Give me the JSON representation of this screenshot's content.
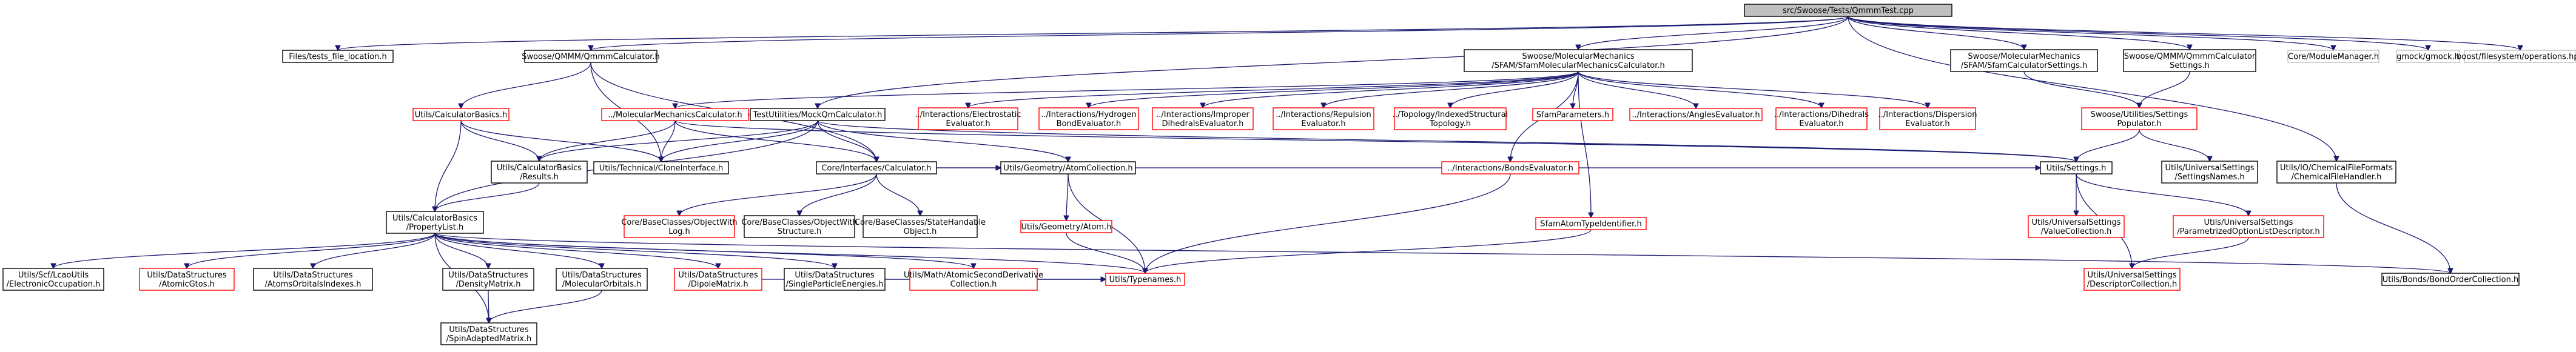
{
  "graph": {
    "palette": {
      "root_fill": "#c0c0c0",
      "node_fill": "#ffffff",
      "border_black": "#000000",
      "border_grey": "#bfbfbf",
      "border_red": "#ff0000",
      "edge_color": "#191970"
    },
    "nodes": [
      {
        "id": "root",
        "lines": [
          "src/Swoose/Tests/QmmmTest.cpp"
        ],
        "style": "root"
      },
      {
        "id": "files_tests",
        "lines": [
          "Files/tests_file_location.h"
        ],
        "style": "black"
      },
      {
        "id": "qmmm_calc",
        "lines": [
          "Swoose/QMMM/QmmmCalculator.h"
        ],
        "style": "black"
      },
      {
        "id": "sfam_calc",
        "lines": [
          "Swoose/MolecularMechanics",
          "/SFAM/SfamMolecularMechanicsCalculator.h"
        ],
        "style": "black"
      },
      {
        "id": "sfam_settings",
        "lines": [
          "Swoose/MolecularMechanics",
          "/SFAM/SfamCalculatorSettings.h"
        ],
        "style": "black"
      },
      {
        "id": "qmmm_settings",
        "lines": [
          "Swoose/QMMM/QmmmCalculator",
          "Settings.h"
        ],
        "style": "black"
      },
      {
        "id": "core_module",
        "lines": [
          "Core/ModuleManager.h"
        ],
        "style": "grey"
      },
      {
        "id": "gmock",
        "lines": [
          "gmock/gmock.h"
        ],
        "style": "grey"
      },
      {
        "id": "boost_fs",
        "lines": [
          "boost/filesystem/operations.hpp"
        ],
        "style": "grey"
      },
      {
        "id": "calc_basics",
        "lines": [
          "Utils/CalculatorBasics.h"
        ],
        "style": "red"
      },
      {
        "id": "mm_calc",
        "lines": [
          "../MolecularMechanicsCalculator.h"
        ],
        "style": "red"
      },
      {
        "id": "mock_qm",
        "lines": [
          "TestUtilities/MockQmCalculator.h"
        ],
        "style": "black"
      },
      {
        "id": "int_electro",
        "lines": [
          "../Interactions/Electrostatic",
          "Evaluator.h"
        ],
        "style": "red"
      },
      {
        "id": "int_hbond",
        "lines": [
          "../Interactions/Hydrogen",
          "BondEvaluator.h"
        ],
        "style": "red"
      },
      {
        "id": "int_improper",
        "lines": [
          "../Interactions/Improper",
          "DihedralsEvaluator.h"
        ],
        "style": "red"
      },
      {
        "id": "int_repulsion",
        "lines": [
          "../Interactions/Repulsion",
          "Evaluator.h"
        ],
        "style": "red"
      },
      {
        "id": "topo_indexed",
        "lines": [
          "../Topology/IndexedStructural",
          "Topology.h"
        ],
        "style": "red"
      },
      {
        "id": "sfam_params",
        "lines": [
          "SfamParameters.h"
        ],
        "style": "red"
      },
      {
        "id": "int_angles",
        "lines": [
          "../Interactions/AnglesEvaluator.h"
        ],
        "style": "red"
      },
      {
        "id": "int_dihedrals",
        "lines": [
          "../Interactions/Dihedrals",
          "Evaluator.h"
        ],
        "style": "red"
      },
      {
        "id": "int_dispersion",
        "lines": [
          "../Interactions/Dispersion",
          "Evaluator.h"
        ],
        "style": "red"
      },
      {
        "id": "settings_populator",
        "lines": [
          "Swoose/Utilities/Settings",
          "Populator.h"
        ],
        "style": "red"
      },
      {
        "id": "chem_file_handler",
        "lines": [
          "Utils/IO/ChemicalFileFormats",
          "/ChemicalFileHandler.h"
        ],
        "style": "black"
      },
      {
        "id": "calc_basics_results",
        "lines": [
          "Utils/CalculatorBasics",
          "/Results.h"
        ],
        "style": "black"
      },
      {
        "id": "clone_interface",
        "lines": [
          "Utils/Technical/CloneInterface.h"
        ],
        "style": "black"
      },
      {
        "id": "core_calc",
        "lines": [
          "Core/Interfaces/Calculator.h"
        ],
        "style": "black"
      },
      {
        "id": "atom_collection",
        "lines": [
          "Utils/Geometry/AtomCollection.h"
        ],
        "style": "black"
      },
      {
        "id": "bonds_eval",
        "lines": [
          "../Interactions/BondsEvaluator.h"
        ],
        "style": "red"
      },
      {
        "id": "utils_settings",
        "lines": [
          "Utils/Settings.h"
        ],
        "style": "black"
      },
      {
        "id": "settings_names",
        "lines": [
          "Utils/UniversalSettings",
          "/SettingsNames.h"
        ],
        "style": "black"
      },
      {
        "id": "property_list",
        "lines": [
          "Utils/CalculatorBasics",
          "/PropertyList.h"
        ],
        "style": "black"
      },
      {
        "id": "objwithlog",
        "lines": [
          "Core/BaseClasses/ObjectWith",
          "Log.h"
        ],
        "style": "red"
      },
      {
        "id": "objwithstructure",
        "lines": [
          "Core/BaseClasses/ObjectWith",
          "Structure.h"
        ],
        "style": "black"
      },
      {
        "id": "statehandable",
        "lines": [
          "Core/BaseClasses/StateHandable",
          "Object.h"
        ],
        "style": "black"
      },
      {
        "id": "geom_atom",
        "lines": [
          "Utils/Geometry/Atom.h"
        ],
        "style": "red"
      },
      {
        "id": "sfam_atomtype",
        "lines": [
          "SfamAtomTypeIdentifier.h"
        ],
        "style": "red"
      },
      {
        "id": "value_collection",
        "lines": [
          "Utils/UniversalSettings",
          "/ValueCollection.h"
        ],
        "style": "red"
      },
      {
        "id": "param_option",
        "lines": [
          "Utils/UniversalSettings",
          "/ParametrizedOptionListDescriptor.h"
        ],
        "style": "red"
      },
      {
        "id": "scf_occupation",
        "lines": [
          "Utils/Scf/LcaoUtils",
          "/ElectronicOccupation.h"
        ],
        "style": "black"
      },
      {
        "id": "ds_atomicgtos",
        "lines": [
          "Utils/DataStructures",
          "/AtomicGtos.h"
        ],
        "style": "red"
      },
      {
        "id": "ds_atomsorbitals",
        "lines": [
          "Utils/DataStructures",
          "/AtomsOrbitalsIndexes.h"
        ],
        "style": "black"
      },
      {
        "id": "ds_density",
        "lines": [
          "Utils/DataStructures",
          "/DensityMatrix.h"
        ],
        "style": "black"
      },
      {
        "id": "ds_molorbitals",
        "lines": [
          "Utils/DataStructures",
          "/MolecularOrbitals.h"
        ],
        "style": "black"
      },
      {
        "id": "ds_dipole",
        "lines": [
          "Utils/DataStructures",
          "/DipoleMatrix.h"
        ],
        "style": "red"
      },
      {
        "id": "ds_singleparticle",
        "lines": [
          "Utils/DataStructures",
          "/SingleParticleEnergies.h"
        ],
        "style": "black"
      },
      {
        "id": "math_secondderiv",
        "lines": [
          "Utils/Math/AtomicSecondDerivative",
          "Collection.h"
        ],
        "style": "red"
      },
      {
        "id": "typenames",
        "lines": [
          "Utils/Typenames.h"
        ],
        "style": "red"
      },
      {
        "id": "descriptor_collection",
        "lines": [
          "Utils/UniversalSettings",
          "/DescriptorCollection.h"
        ],
        "style": "red"
      },
      {
        "id": "bond_order",
        "lines": [
          "Utils/Bonds/BondOrderCollection.h"
        ],
        "style": "black"
      },
      {
        "id": "ds_spinadapted",
        "lines": [
          "Utils/DataStructures",
          "/SpinAdaptedMatrix.h"
        ],
        "style": "black"
      }
    ],
    "edges": [
      [
        "root",
        "files_tests"
      ],
      [
        "root",
        "qmmm_calc"
      ],
      [
        "root",
        "sfam_calc"
      ],
      [
        "root",
        "sfam_settings"
      ],
      [
        "root",
        "qmmm_settings"
      ],
      [
        "root",
        "core_module"
      ],
      [
        "root",
        "gmock"
      ],
      [
        "root",
        "boost_fs"
      ],
      [
        "root",
        "mock_qm"
      ],
      [
        "root",
        "chem_file_handler"
      ],
      [
        "qmmm_calc",
        "calc_basics"
      ],
      [
        "qmmm_calc",
        "core_calc"
      ],
      [
        "qmmm_calc",
        "clone_interface"
      ],
      [
        "sfam_calc",
        "mm_calc"
      ],
      [
        "sfam_calc",
        "int_electro"
      ],
      [
        "sfam_calc",
        "int_hbond"
      ],
      [
        "sfam_calc",
        "int_improper"
      ],
      [
        "sfam_calc",
        "int_repulsion"
      ],
      [
        "sfam_calc",
        "topo_indexed"
      ],
      [
        "sfam_calc",
        "sfam_params"
      ],
      [
        "sfam_calc",
        "int_angles"
      ],
      [
        "sfam_calc",
        "int_dihedrals"
      ],
      [
        "sfam_calc",
        "int_dispersion"
      ],
      [
        "sfam_calc",
        "bonds_eval"
      ],
      [
        "sfam_calc",
        "sfam_atomtype"
      ],
      [
        "sfam_settings",
        "settings_populator"
      ],
      [
        "qmmm_settings",
        "settings_populator"
      ],
      [
        "settings_populator",
        "utils_settings"
      ],
      [
        "settings_populator",
        "settings_names"
      ],
      [
        "calc_basics",
        "calc_basics_results"
      ],
      [
        "calc_basics",
        "property_list"
      ],
      [
        "calc_basics",
        "clone_interface"
      ],
      [
        "mm_calc",
        "calc_basics_results"
      ],
      [
        "mm_calc",
        "clone_interface"
      ],
      [
        "mm_calc",
        "core_calc"
      ],
      [
        "mm_calc",
        "utils_settings"
      ],
      [
        "mock_qm",
        "core_calc"
      ],
      [
        "mock_qm",
        "property_list"
      ],
      [
        "mock_qm",
        "clone_interface"
      ],
      [
        "mock_qm",
        "atom_collection"
      ],
      [
        "mock_qm",
        "calc_basics_results"
      ],
      [
        "mock_qm",
        "utils_settings"
      ],
      [
        "calc_basics_results",
        "property_list"
      ],
      [
        "core_calc",
        "objwithlog"
      ],
      [
        "core_calc",
        "objwithstructure"
      ],
      [
        "core_calc",
        "statehandable"
      ],
      [
        "core_calc",
        "utils_settings"
      ],
      [
        "core_calc",
        "atom_collection"
      ],
      [
        "atom_collection",
        "geom_atom"
      ],
      [
        "atom_collection",
        "typenames"
      ],
      [
        "geom_atom",
        "typenames"
      ],
      [
        "bonds_eval",
        "typenames"
      ],
      [
        "sfam_atomtype",
        "typenames"
      ],
      [
        "utils_settings",
        "value_collection"
      ],
      [
        "utils_settings",
        "param_option"
      ],
      [
        "utils_settings",
        "descriptor_collection"
      ],
      [
        "param_option",
        "descriptor_collection"
      ],
      [
        "chem_file_handler",
        "bond_order"
      ],
      [
        "property_list",
        "scf_occupation"
      ],
      [
        "property_list",
        "ds_atomicgtos"
      ],
      [
        "property_list",
        "ds_atomsorbitals"
      ],
      [
        "property_list",
        "ds_density"
      ],
      [
        "property_list",
        "ds_molorbitals"
      ],
      [
        "property_list",
        "ds_dipole"
      ],
      [
        "property_list",
        "ds_singleparticle"
      ],
      [
        "property_list",
        "math_secondderiv"
      ],
      [
        "property_list",
        "typenames"
      ],
      [
        "property_list",
        "bond_order"
      ],
      [
        "property_list",
        "ds_spinadapted"
      ],
      [
        "ds_density",
        "ds_spinadapted"
      ],
      [
        "ds_molorbitals",
        "ds_spinadapted"
      ],
      [
        "ds_dipole",
        "typenames"
      ],
      [
        "ds_singleparticle",
        "typenames"
      ],
      [
        "math_secondderiv",
        "typenames"
      ]
    ]
  }
}
